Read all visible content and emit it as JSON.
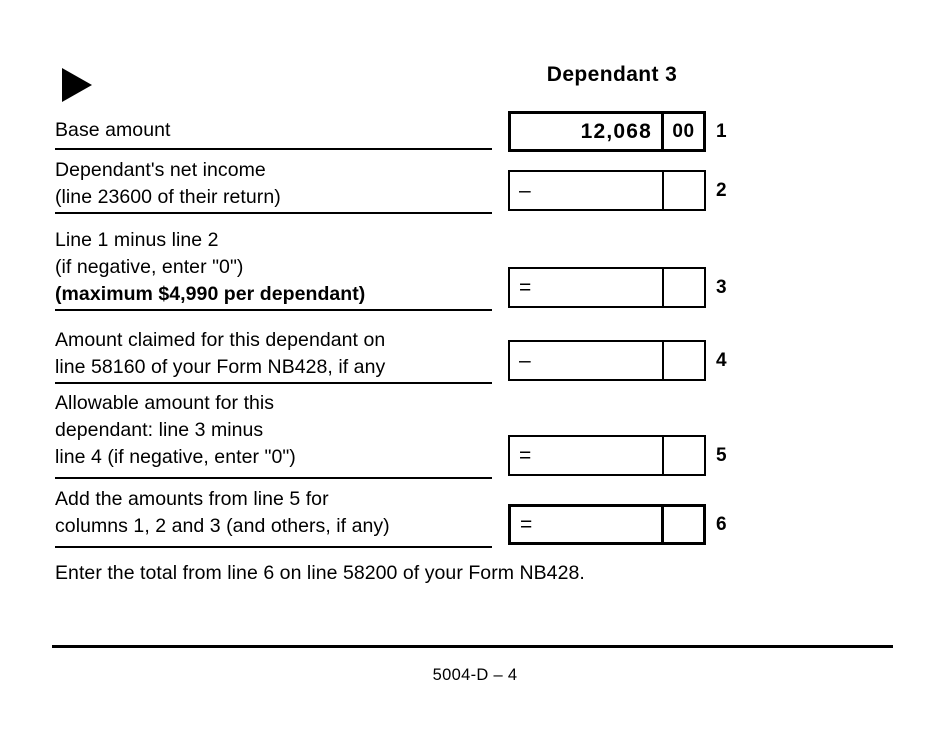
{
  "header": {
    "marker_icon": "right-triangle-icon",
    "column_title": "Dependant 3"
  },
  "rows": [
    {
      "line_number": "1",
      "label_lines": [
        "Base amount"
      ],
      "bold_line_index": -1,
      "operator": "",
      "dollars": "12,068",
      "cents": "00",
      "emphasized_box": true
    },
    {
      "line_number": "2",
      "label_lines": [
        "Dependant's net income",
        "(line 23600 of their return)"
      ],
      "bold_line_index": -1,
      "operator": "–",
      "dollars": "",
      "cents": "",
      "emphasized_box": false
    },
    {
      "line_number": "3",
      "label_lines": [
        "Line 1 minus line 2",
        "(if negative, enter \"0\")",
        "(maximum $4,990 per dependant)"
      ],
      "bold_line_index": 2,
      "operator": "=",
      "dollars": "",
      "cents": "",
      "emphasized_box": false
    },
    {
      "line_number": "4",
      "label_lines": [
        "Amount claimed for this dependant on",
        "line 58160 of your Form NB428, if any"
      ],
      "bold_line_index": -1,
      "operator": "–",
      "dollars": "",
      "cents": "",
      "emphasized_box": false
    },
    {
      "line_number": "5",
      "label_lines": [
        "Allowable amount for this",
        "dependant: line 3 minus",
        "line 4 (if negative, enter \"0\")"
      ],
      "bold_line_index": -1,
      "operator": "=",
      "dollars": "",
      "cents": "",
      "emphasized_box": false
    },
    {
      "line_number": "6",
      "label_lines": [
        "Add the amounts from line 5 for",
        "columns 1, 2 and 3 (and others, if any)"
      ],
      "bold_line_index": -1,
      "operator": "=",
      "dollars": "",
      "cents": "",
      "emphasized_box": true
    }
  ],
  "closing_note": "Enter the total from line 6 on line 58200 of your Form NB428.",
  "footer": {
    "code": "5004-D – 4"
  },
  "colors": {
    "ink": "#000000",
    "paper": "#ffffff"
  }
}
